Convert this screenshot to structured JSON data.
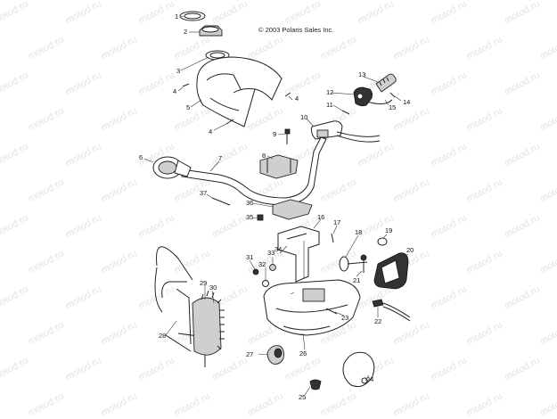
{
  "copyright": "© 2003 Polaris Sales Inc.",
  "watermark": "motod.ru",
  "callouts": [
    "1",
    "2",
    "3",
    "4",
    "4",
    "4",
    "5",
    "6",
    "7",
    "8",
    "9",
    "10",
    "11",
    "12",
    "13",
    "14",
    "15",
    "16",
    "17",
    "18",
    "19",
    "20",
    "21",
    "22",
    "23",
    "24",
    "25",
    "26",
    "27",
    "28",
    "29",
    "30",
    "31",
    "32",
    "33",
    "34",
    "35",
    "36",
    "37"
  ]
}
